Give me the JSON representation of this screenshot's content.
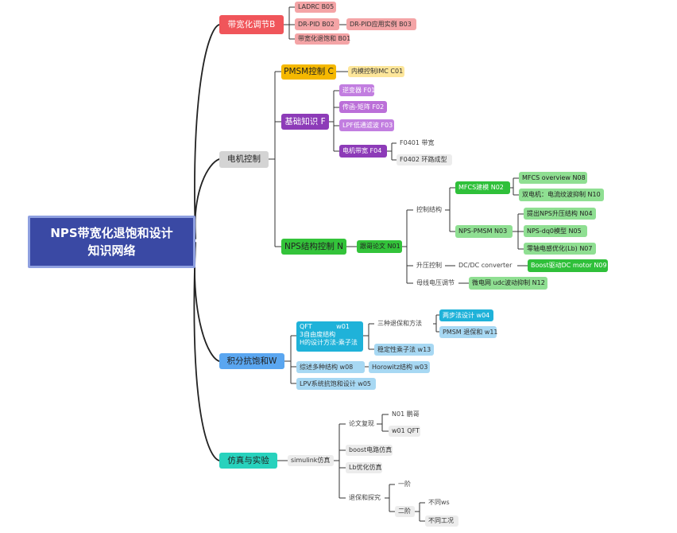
{
  "root": {
    "line1": "NPS带宽化退饱和设计",
    "line2": "知识网络"
  },
  "branch_b": {
    "title": "带宽化调节B",
    "items": [
      "LADRC B05",
      "DR-PID B02",
      "DR-PID应用实例 B03",
      "带宽化退饱和 B01"
    ]
  },
  "branch_motor": {
    "title": "电机控制",
    "pmsm": {
      "title": "PMSM控制 C",
      "child": "内模控制IMC C01"
    },
    "basics": {
      "title": "基础知识 F",
      "items": [
        "逆变器 F01",
        "传函-矩阵 F02",
        "LPF低通滤波 F03",
        "电机带宽 F04"
      ],
      "f04_children": [
        "F0401 带宽",
        "F0402 环路成型"
      ]
    },
    "nps": {
      "title": "NPS结构控制 N",
      "paper": "跟哥论文 N01",
      "control_structure": "控制结构",
      "mfcs": "MFCS建模 N02",
      "mfcs_children": [
        "MFCS overview N08",
        "双电机：电流纹波抑制 N10"
      ],
      "nps_pmsm": "NPS-PMSM N03",
      "nps_pmsm_children": [
        "提出NPS升压结构 N04",
        "NPS-dq0模型 N05",
        "零轴电感优化(Lb) N07"
      ],
      "boost": "升压控制",
      "dcdc": "DC/DC converter",
      "boost_motor": "Boost驱动DC motor N09",
      "bus": "母线电压调节",
      "microgrid": "微电网 udc波动抑制 N12"
    }
  },
  "branch_w": {
    "title": "积分抗饱和W",
    "qft": {
      "line1": "QFT            w01",
      "line2": "3自由度结构",
      "line3": "H的设计方法-乘子法"
    },
    "three_methods": "三种退保和方法",
    "two_step": "两步法设计 w04",
    "pmsm_sat": "PMSM 退保和 w11",
    "stable_mult": "稳定性乘子法 w13",
    "multi_struct": "综述多种结构 w08",
    "horowitz": "Horowitz结构 w03",
    "lpv": "LPV系统抗饱和设计 w05"
  },
  "branch_sim": {
    "title": "仿真与实验",
    "simulink": "simulink仿真",
    "replicate": "论文复现",
    "n01": "N01 鹏哥",
    "w01": "w01 QFT",
    "boost": "boost电路仿真",
    "lb": "Lb优化仿真",
    "desat": "退保和探究",
    "first": "一阶",
    "second": "二阶",
    "diff_ws": "不同ws",
    "diff_cond": "不同工况"
  }
}
